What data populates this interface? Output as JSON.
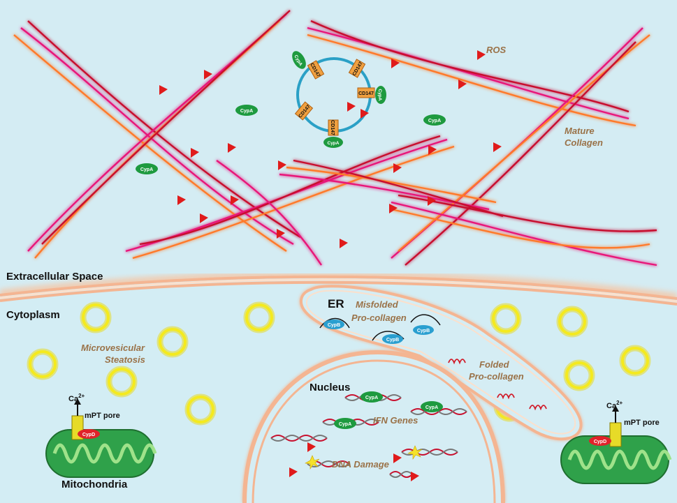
{
  "regions": {
    "extracellular": "Extracellular Space",
    "cytoplasm": "Cytoplasm",
    "nucleus": "Nucleus",
    "er": "ER",
    "mitochondria": "Mitochondria"
  },
  "labels": {
    "ros": "ROS",
    "mature_collagen": "Mature\nCollagen",
    "misfolded": "Misfolded\nPro-collagen",
    "folded": "Folded\nPro-collagen",
    "steatosis": "Microvesicular\nSteatosis",
    "ifn_genes": "IFN Genes",
    "dna_damage": "DNA Damage",
    "mpt_pore": "mPT pore",
    "calcium": "Ca",
    "calcium_sup": "2+"
  },
  "molecules": {
    "cypa": "CypA",
    "cypb": "CypB",
    "cypd": "CypD",
    "cd147": "CD147"
  },
  "colors": {
    "background": "#d4ecf3",
    "ros_triangle": "#e01b1b",
    "cypa_green": "#1e9a3f",
    "cypb_blue": "#2a9fd0",
    "cypd_red": "#e0222a",
    "cd147_orange": "#f0a040",
    "membrane": "#f6c5a3",
    "vesicle": "#f2e51b",
    "mito_green": "#2fa14a"
  }
}
